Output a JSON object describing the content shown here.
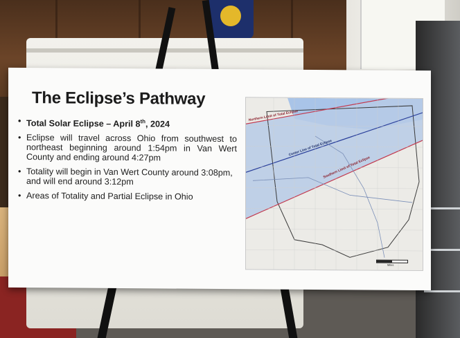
{
  "sign": {
    "title": "The Eclipse’s Pathway",
    "bullet1_main": "Total Solar Eclipse – April 8",
    "bullet1_sup": "th",
    "bullet1_end": ", 2024",
    "bullet2": "Eclipse will travel across Ohio from southwest to northeast beginning around 1:54pm in Van Wert County and ending around 4:27pm",
    "bullet3": "Totality will begin in Van Wert County around 3:08pm, and will end around 3:12pm",
    "bullet4": "Areas of Totality and Partial Eclipse in Ohio"
  },
  "map": {
    "northern_limit_label": "Northern Limit of Total Eclipse",
    "center_line_label": "Center Line of Total Eclipse",
    "southern_limit_label": "Southern Limit of Total Eclipse",
    "scale_label": "Miles",
    "colors": {
      "totality_band": "#b7cbe6",
      "center_line": "#2a3f9a",
      "northern_limit": "#c23a4f",
      "southern_limit": "#c23a4f",
      "lake_erie": "#a9c4e8",
      "border": "#3a3a3a"
    }
  }
}
